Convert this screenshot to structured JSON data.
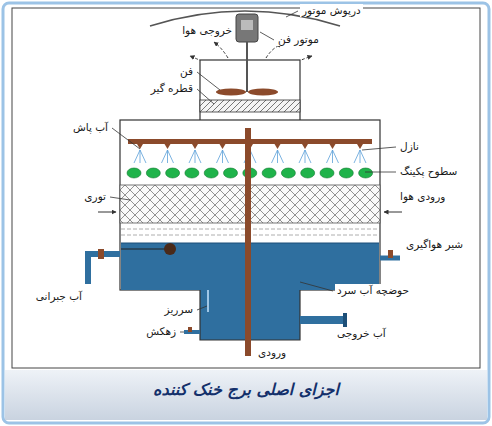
{
  "diagram": {
    "title": "اجزای اصلی برج خنک کننده",
    "labels": [
      "درپوش موتور",
      "خروجی هوا",
      "موتور فن",
      "فن",
      "قطره گیر",
      "آب پاش",
      "نازل",
      "سطوح پکینگ",
      "توری",
      "ورودی هوا",
      "شیر هواگیری",
      "آب جبرانی",
      "سرریز",
      "حوضچه آب سرد",
      "آب خروجی",
      "زهکش",
      "ورودی"
    ]
  }
}
